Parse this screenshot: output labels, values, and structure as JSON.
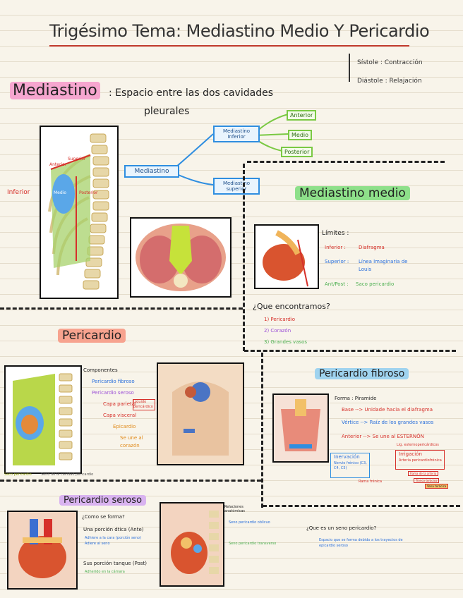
{
  "title": "Trigésimo Tema: Mediastino Medio Y Pericardio",
  "legend": {
    "sistole": "Sístole : Contracción",
    "diastole": "Diástole : Relajación"
  },
  "mediastino": {
    "heading": "Mediastino",
    "definition_line1": ": Espacio entre las dos cavidades",
    "definition_line2": "pleurales",
    "inferior_label": "Inferior",
    "diagram_labels": {
      "superior": "Superior",
      "medio": "Medio",
      "anterior": "Anterior",
      "posterior": "Posterior"
    },
    "tree": {
      "root": "Mediastino",
      "inferior": "Mediastino Inferior",
      "superior": "Mediastino superior",
      "children": [
        "Anterior",
        "Medio",
        "Posterior"
      ]
    }
  },
  "mediastino_medio": {
    "heading": "Mediastino medio",
    "limites_title": "Límites :",
    "limites": [
      {
        "label": "Inferior :",
        "text": "Diafragma"
      },
      {
        "label": "Superior :",
        "text": "Línea Imaginaria de Louis"
      },
      {
        "label": "Ant/Post :",
        "text": "Saco pericardio"
      }
    ],
    "question": "¿Que encontramos?",
    "items": [
      "1) Pericardio",
      "2) Corazón",
      "3) Grandes vasos"
    ]
  },
  "pericardio": {
    "heading": "Pericardio",
    "componentes": "Componentes",
    "fibroso": "Pericardio fibroso",
    "seroso": "Pericardio seroso",
    "capa_parietal": "Capa parietal",
    "capa_visceral": "Capa visceral",
    "epicardio": "Epicardio",
    "se_une": "Se une al corazón",
    "liquido": "Líquido pericárdico",
    "caption_left": "Saco pericardio",
    "caption_right": "Seno de la cavidad pericardio"
  },
  "pericardio_fibroso": {
    "heading": "Pericardio fibroso",
    "forma": "Forma : Piramide",
    "base": "Base --> Unidade hacia el diafragma",
    "vertice": "Vértice --> Raíz de los grandes vasos",
    "anterior": "Anterior --> Se une al ESTERNÓN",
    "ligamentos": "Lig. esternopericárdicos",
    "inervacion_title": "Inervación",
    "inervacion_text": "Nervio frénico (C3, C4, C5)",
    "inervacion_sub": "Rama frénica",
    "irrigacion_title": "Irrigación",
    "irrigacion_text": "Arteria pericardiofrénica",
    "rama": "Rama de la arteria",
    "tronco": "Tronco torácico",
    "vena": "Vena torácica"
  },
  "pericardio_seroso": {
    "heading": "Pericardio seroso",
    "question": "¿Como se forma?",
    "una": "Una porción dtica (Ante)",
    "una_sub1": "Adhiere a la cara (porción seno)",
    "una_sub2": "Adiere al seno",
    "sus": "Sus porción tanque (Post)",
    "sus_sub": "Adherido en la cámara",
    "relaciones": "Relaciones anatómicas",
    "seno_q": "¿Que es un seno pericardio?",
    "seno_a": "Espacio que se forma debido a los trayectos de epicardio seroso",
    "rel_items": [
      "Seno pericardio oblicuo",
      "Seno pericardio transverso"
    ]
  },
  "colors": {
    "accent_red": "#c0392b",
    "blue_box": "#2f8ee0",
    "green_box": "#7ac943"
  }
}
